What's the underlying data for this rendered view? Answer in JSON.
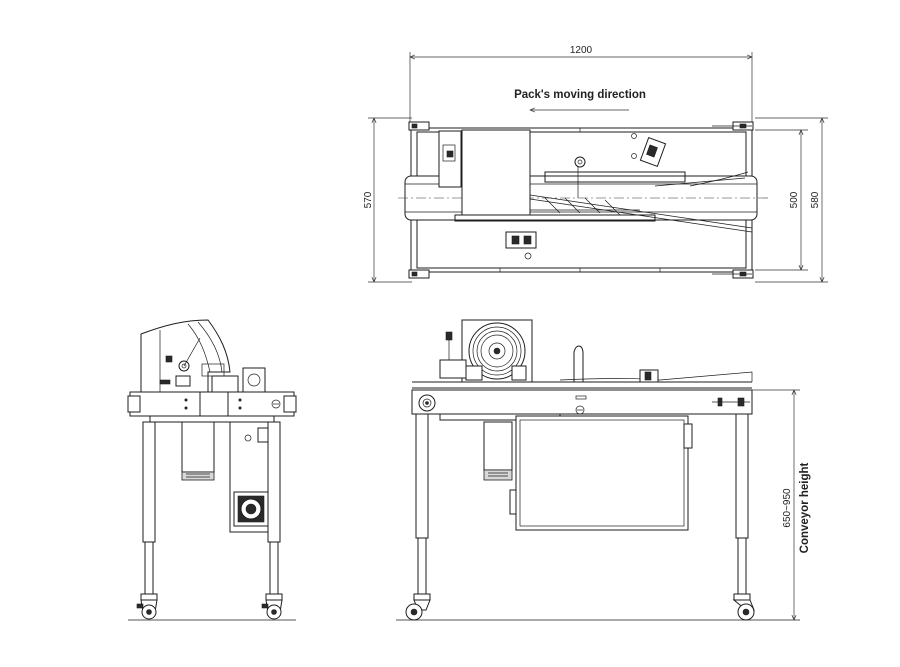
{
  "labels": {
    "direction": "Pack's moving direction",
    "conveyor_height": "Conveyor height"
  },
  "dimensions": {
    "overall_length": "1200",
    "overall_depth_left": "570",
    "belt_width": "500",
    "overall_depth_right": "580",
    "height_range": "650~950"
  },
  "colors": {
    "line": "#1e1e1e",
    "background": "#ffffff"
  }
}
